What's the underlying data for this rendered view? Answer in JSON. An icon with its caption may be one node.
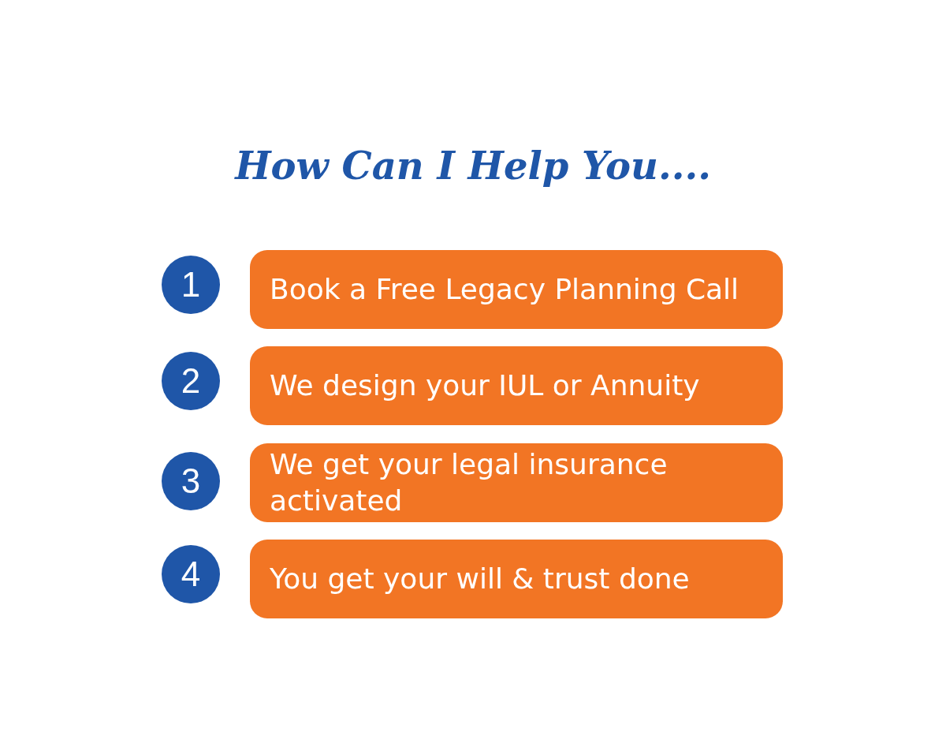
{
  "diagram": {
    "title": "How Can I Help You....",
    "nodes": [
      {
        "text": [
          "1"
        ]
      },
      {
        "text": [
          "Book a Free Legacy Planning Call"
        ]
      },
      {
        "text": [
          "2"
        ]
      },
      {
        "text": [
          "We design your IUL or Annuity"
        ]
      },
      {
        "text": [
          "3"
        ]
      },
      {
        "text": [
          "We get your legal insurance activated"
        ]
      },
      {
        "text": [
          "4"
        ]
      },
      {
        "text": [
          "You get your will & trust done"
        ]
      }
    ]
  }
}
